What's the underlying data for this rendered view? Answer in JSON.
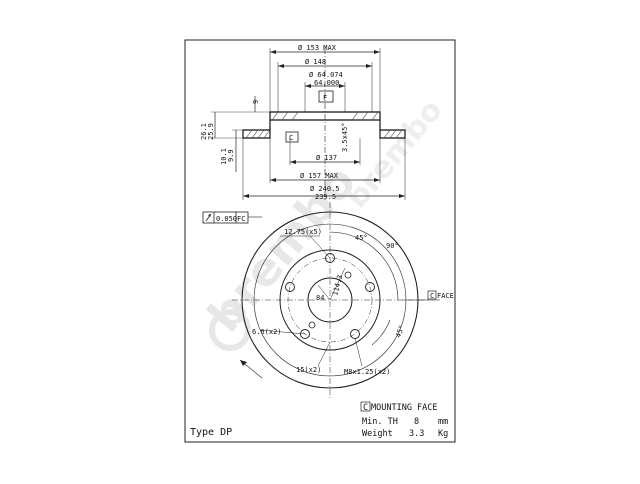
{
  "drawing": {
    "type_label": "Type DP",
    "section": {
      "dia_153": "Ø 153 MAX",
      "dia_148": "Ø 148",
      "dia_64_upper": "Ø 64.074",
      "dia_64_lower": "64.000",
      "datum_f": "F",
      "datum_c": "C",
      "height_9": "9",
      "height_26": "26.1",
      "height_25": "25.9",
      "height_10": "10.1",
      "height_9_9": "9.9",
      "chamfer": "3.5x45°",
      "dia_137": "Ø 137",
      "dia_157": "Ø 157 MAX",
      "dia_240": "Ø 240.5",
      "dia_239": "239.5"
    },
    "tolerance": {
      "value": "0.050",
      "datum": "FC"
    },
    "face_view": {
      "dim_12_75": "12.75(x5)",
      "angle_45_top": "45°",
      "angle_90": "90°",
      "dim_84": "84",
      "dim_114": "114.3",
      "dim_6_6": "6.6(x2)",
      "angle_45_right": "45°",
      "dim_15": "15(x2)",
      "thread": "M8x1.25(x2)",
      "face_label": "C",
      "face_word": "FACE"
    },
    "notes": {
      "mounting_face_c": "C",
      "mounting_face": "MOUNTING FACE",
      "min_th_label": "Min. TH",
      "min_th_value": "8",
      "min_th_unit": "mm",
      "weight_label": "Weight",
      "weight_value": "3.3",
      "weight_unit": "Kg"
    },
    "watermark": "brembo"
  }
}
